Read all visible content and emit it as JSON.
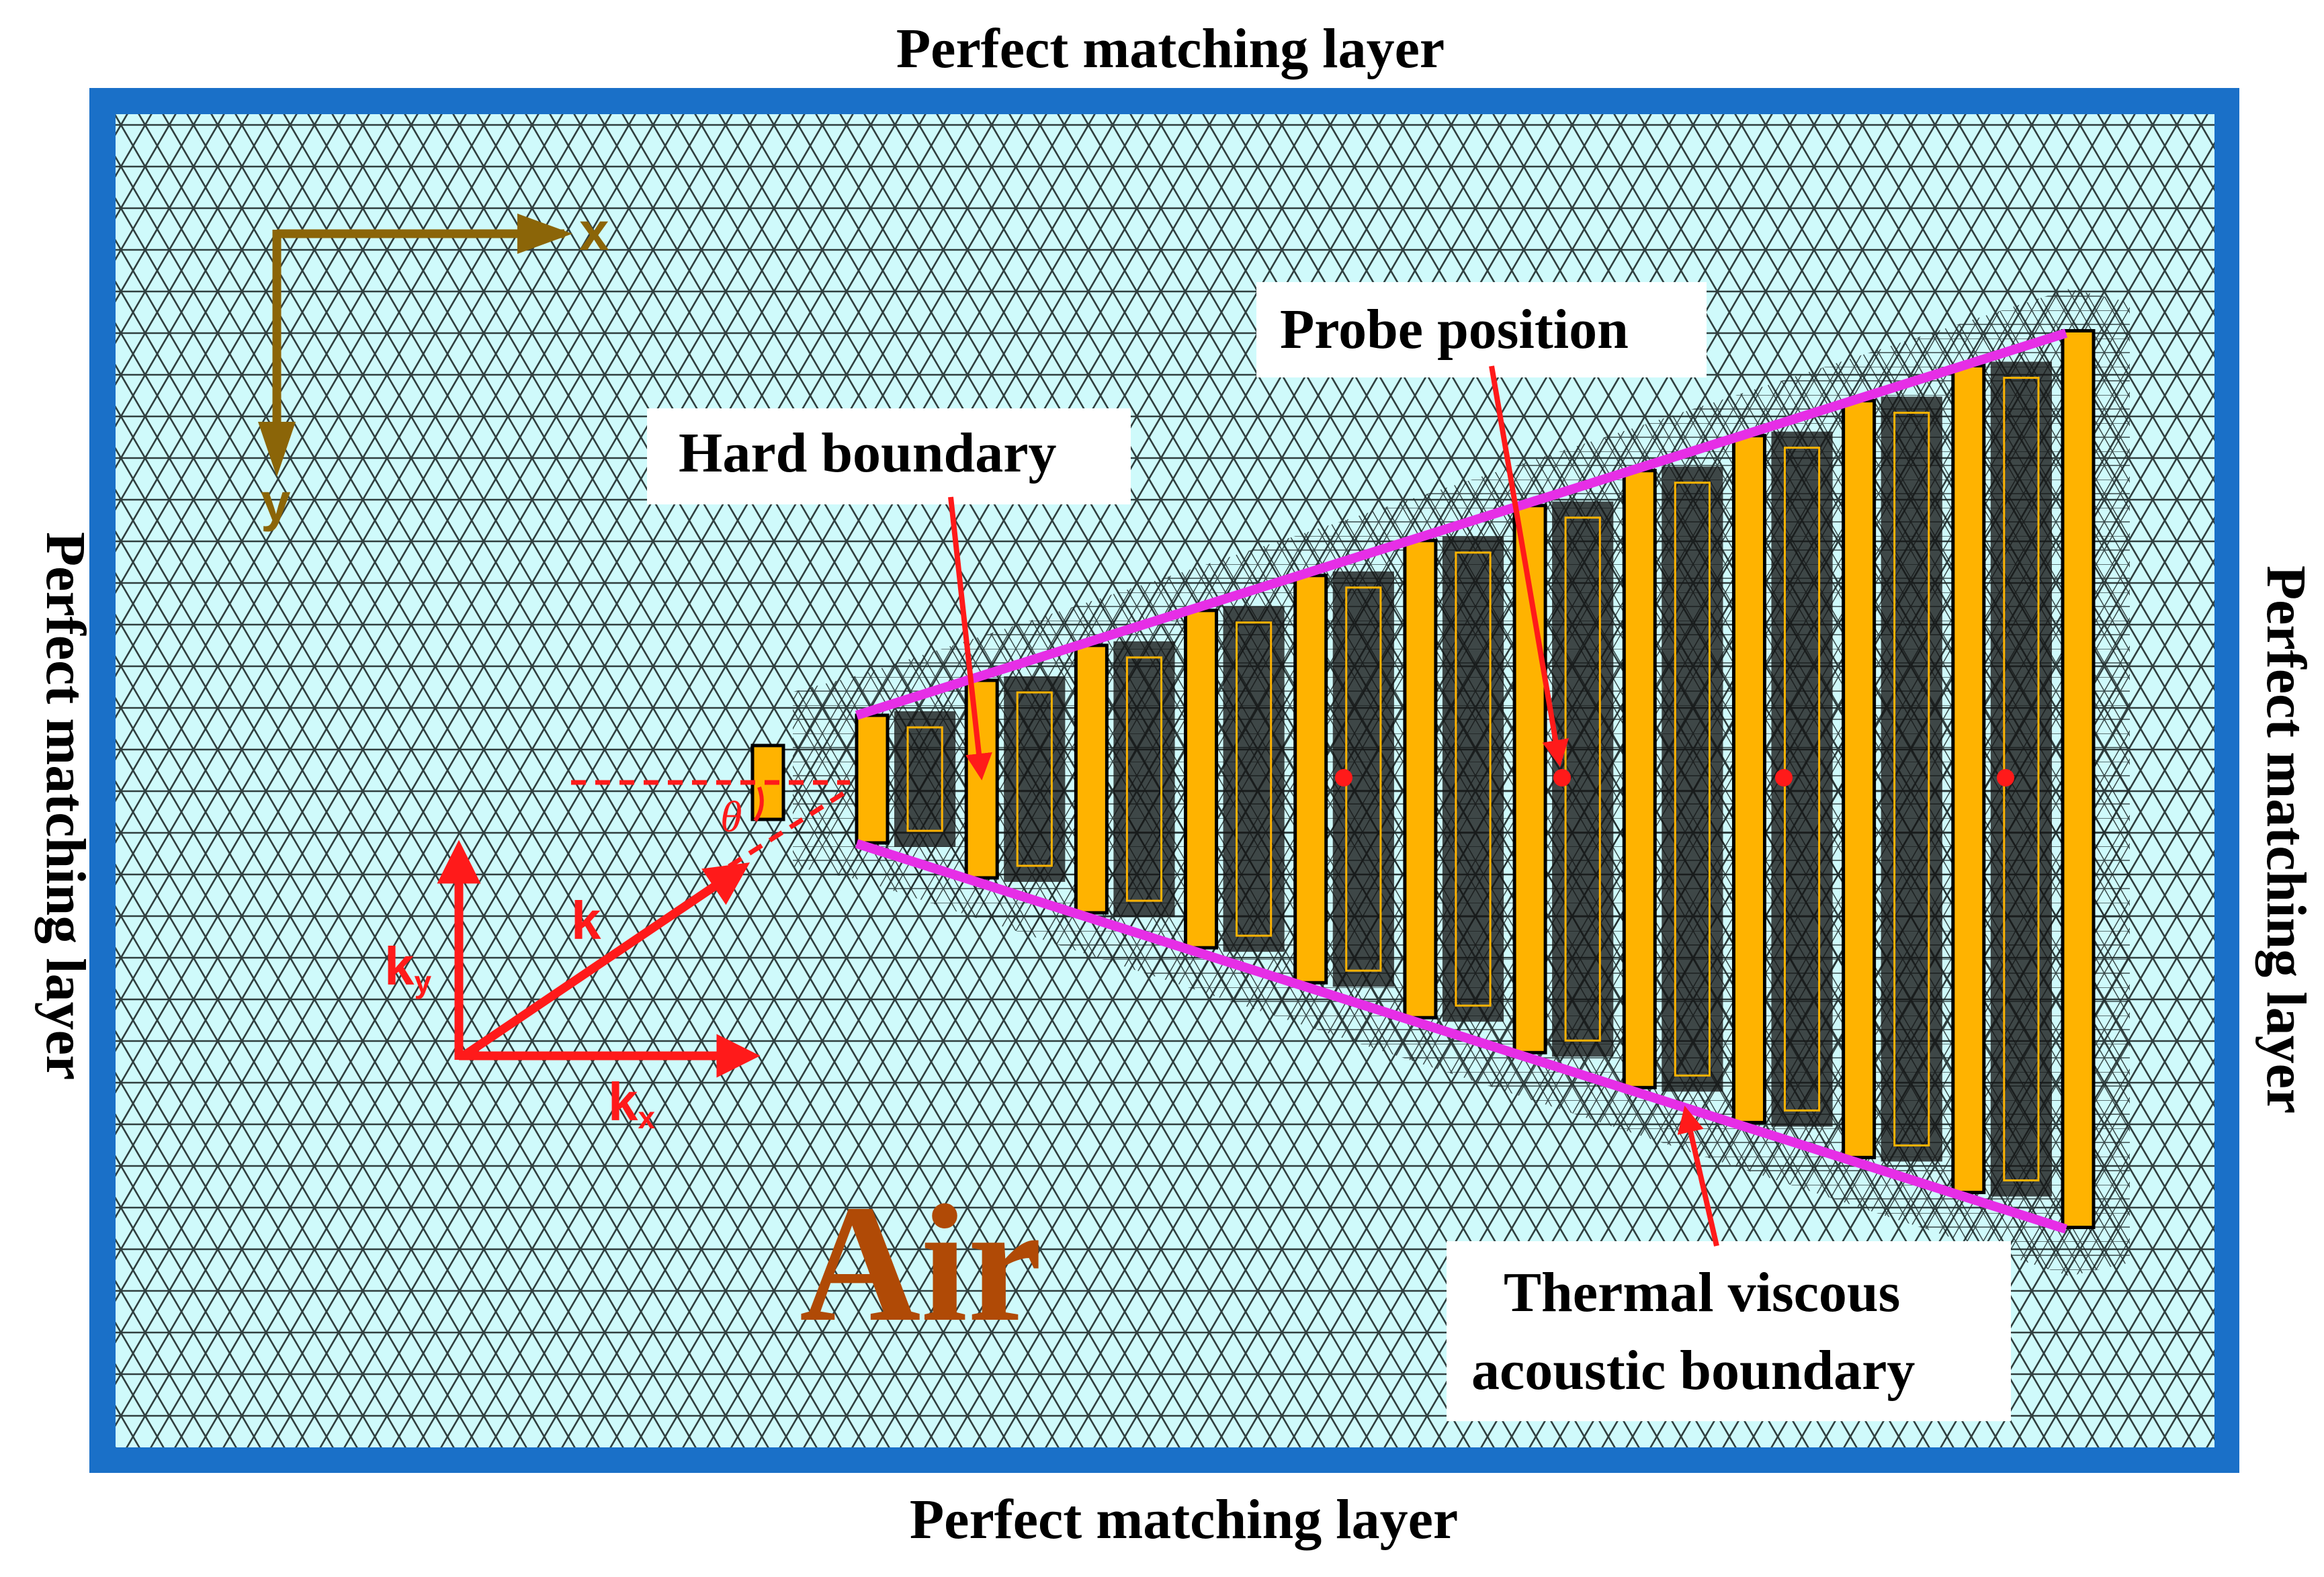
{
  "pml": {
    "top": "Perfect matching layer",
    "bottom": "Perfect matching layer",
    "left": "Perfect matching layer",
    "right": "Perfect matching layer"
  },
  "medium_label": "Air",
  "callouts": {
    "probe": "Probe position",
    "hard": "Hard boundary",
    "thermal_line1": "Thermal viscous",
    "thermal_line2": "acoustic boundary"
  },
  "axes": {
    "x": "x",
    "y": "y"
  },
  "wave": {
    "k": "k",
    "kx_base": "k",
    "kx_sub": "x",
    "ky_base": "k",
    "ky_sub": "y",
    "angle": "θ"
  },
  "colors": {
    "pml_border": "#1a70c8",
    "air_fill": "#cffafb",
    "mesh_line": "#1e2a2a",
    "bar_fill": "#ffb300",
    "envelope": "#e62ee6",
    "annotation_red": "#ff1a1a",
    "axis_brown": "#8b6508",
    "air_text": "#b04a06"
  },
  "icons": [
    "x-axis-arrow-icon",
    "y-axis-arrow-icon",
    "wave-vector-arrow-icon",
    "probe-dot-icon"
  ]
}
